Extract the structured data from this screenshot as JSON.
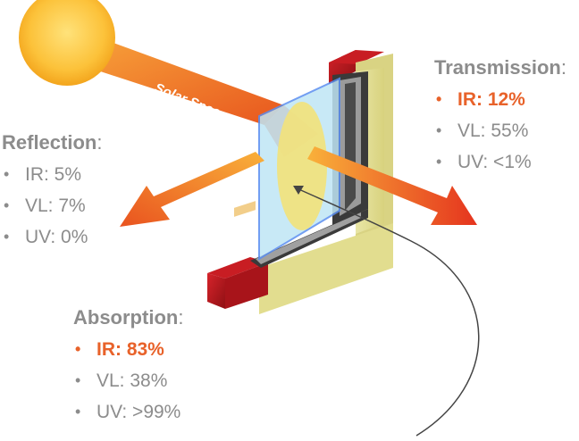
{
  "beam_label": "Solar Spec",
  "reflection": {
    "title": "Reflection",
    "suffix": ":",
    "items": [
      {
        "text": "IR: 5%",
        "highlight": false
      },
      {
        "text": "VL: 7%",
        "highlight": false
      },
      {
        "text": "UV: 0%",
        "highlight": false
      }
    ]
  },
  "transmission": {
    "title": "Transmission",
    "suffix": ":",
    "items": [
      {
        "text": "IR: 12%",
        "highlight": true
      },
      {
        "text": "VL: 55%",
        "highlight": false
      },
      {
        "text": "UV: <1%",
        "highlight": false
      }
    ]
  },
  "absorption": {
    "title": "Absorption",
    "suffix": ":",
    "items": [
      {
        "text": "IR: 83%",
        "highlight": true
      },
      {
        "text": "VL: 38%",
        "highlight": false
      },
      {
        "text": "UV: >99%",
        "highlight": false
      }
    ]
  },
  "colors": {
    "text_gray": "#8c8c8c",
    "highlight": "#e8622a",
    "sun": "#fcc23a",
    "beam": "#f07c2a",
    "frame_red": "#b5161b",
    "frame_wall": "#e6e29a",
    "glass": "#a9dcf2"
  }
}
